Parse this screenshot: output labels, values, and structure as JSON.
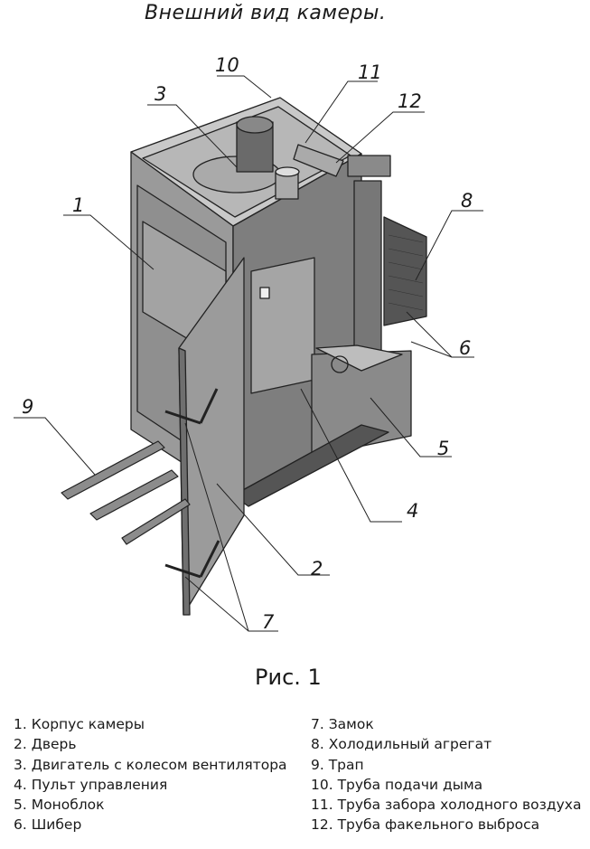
{
  "title": "Внешний вид камеры.",
  "caption": "Рис. 1",
  "callouts": [
    "1",
    "2",
    "3",
    "4",
    "5",
    "6",
    "7",
    "8",
    "9",
    "10",
    "11",
    "12"
  ],
  "legend_left": [
    "1. Корпус камеры",
    "2. Дверь",
    "3. Двигатель с колесом вентилятора",
    "4. Пульт управления",
    "5. Моноблок",
    "6. Шибер"
  ],
  "legend_right": [
    "7. Замок",
    "8. Холодильный агрегат",
    "9. Трап",
    "10. Труба подачи дыма",
    "11. Труба забора холодного воздуха",
    "12. Труба факельного выброса"
  ]
}
